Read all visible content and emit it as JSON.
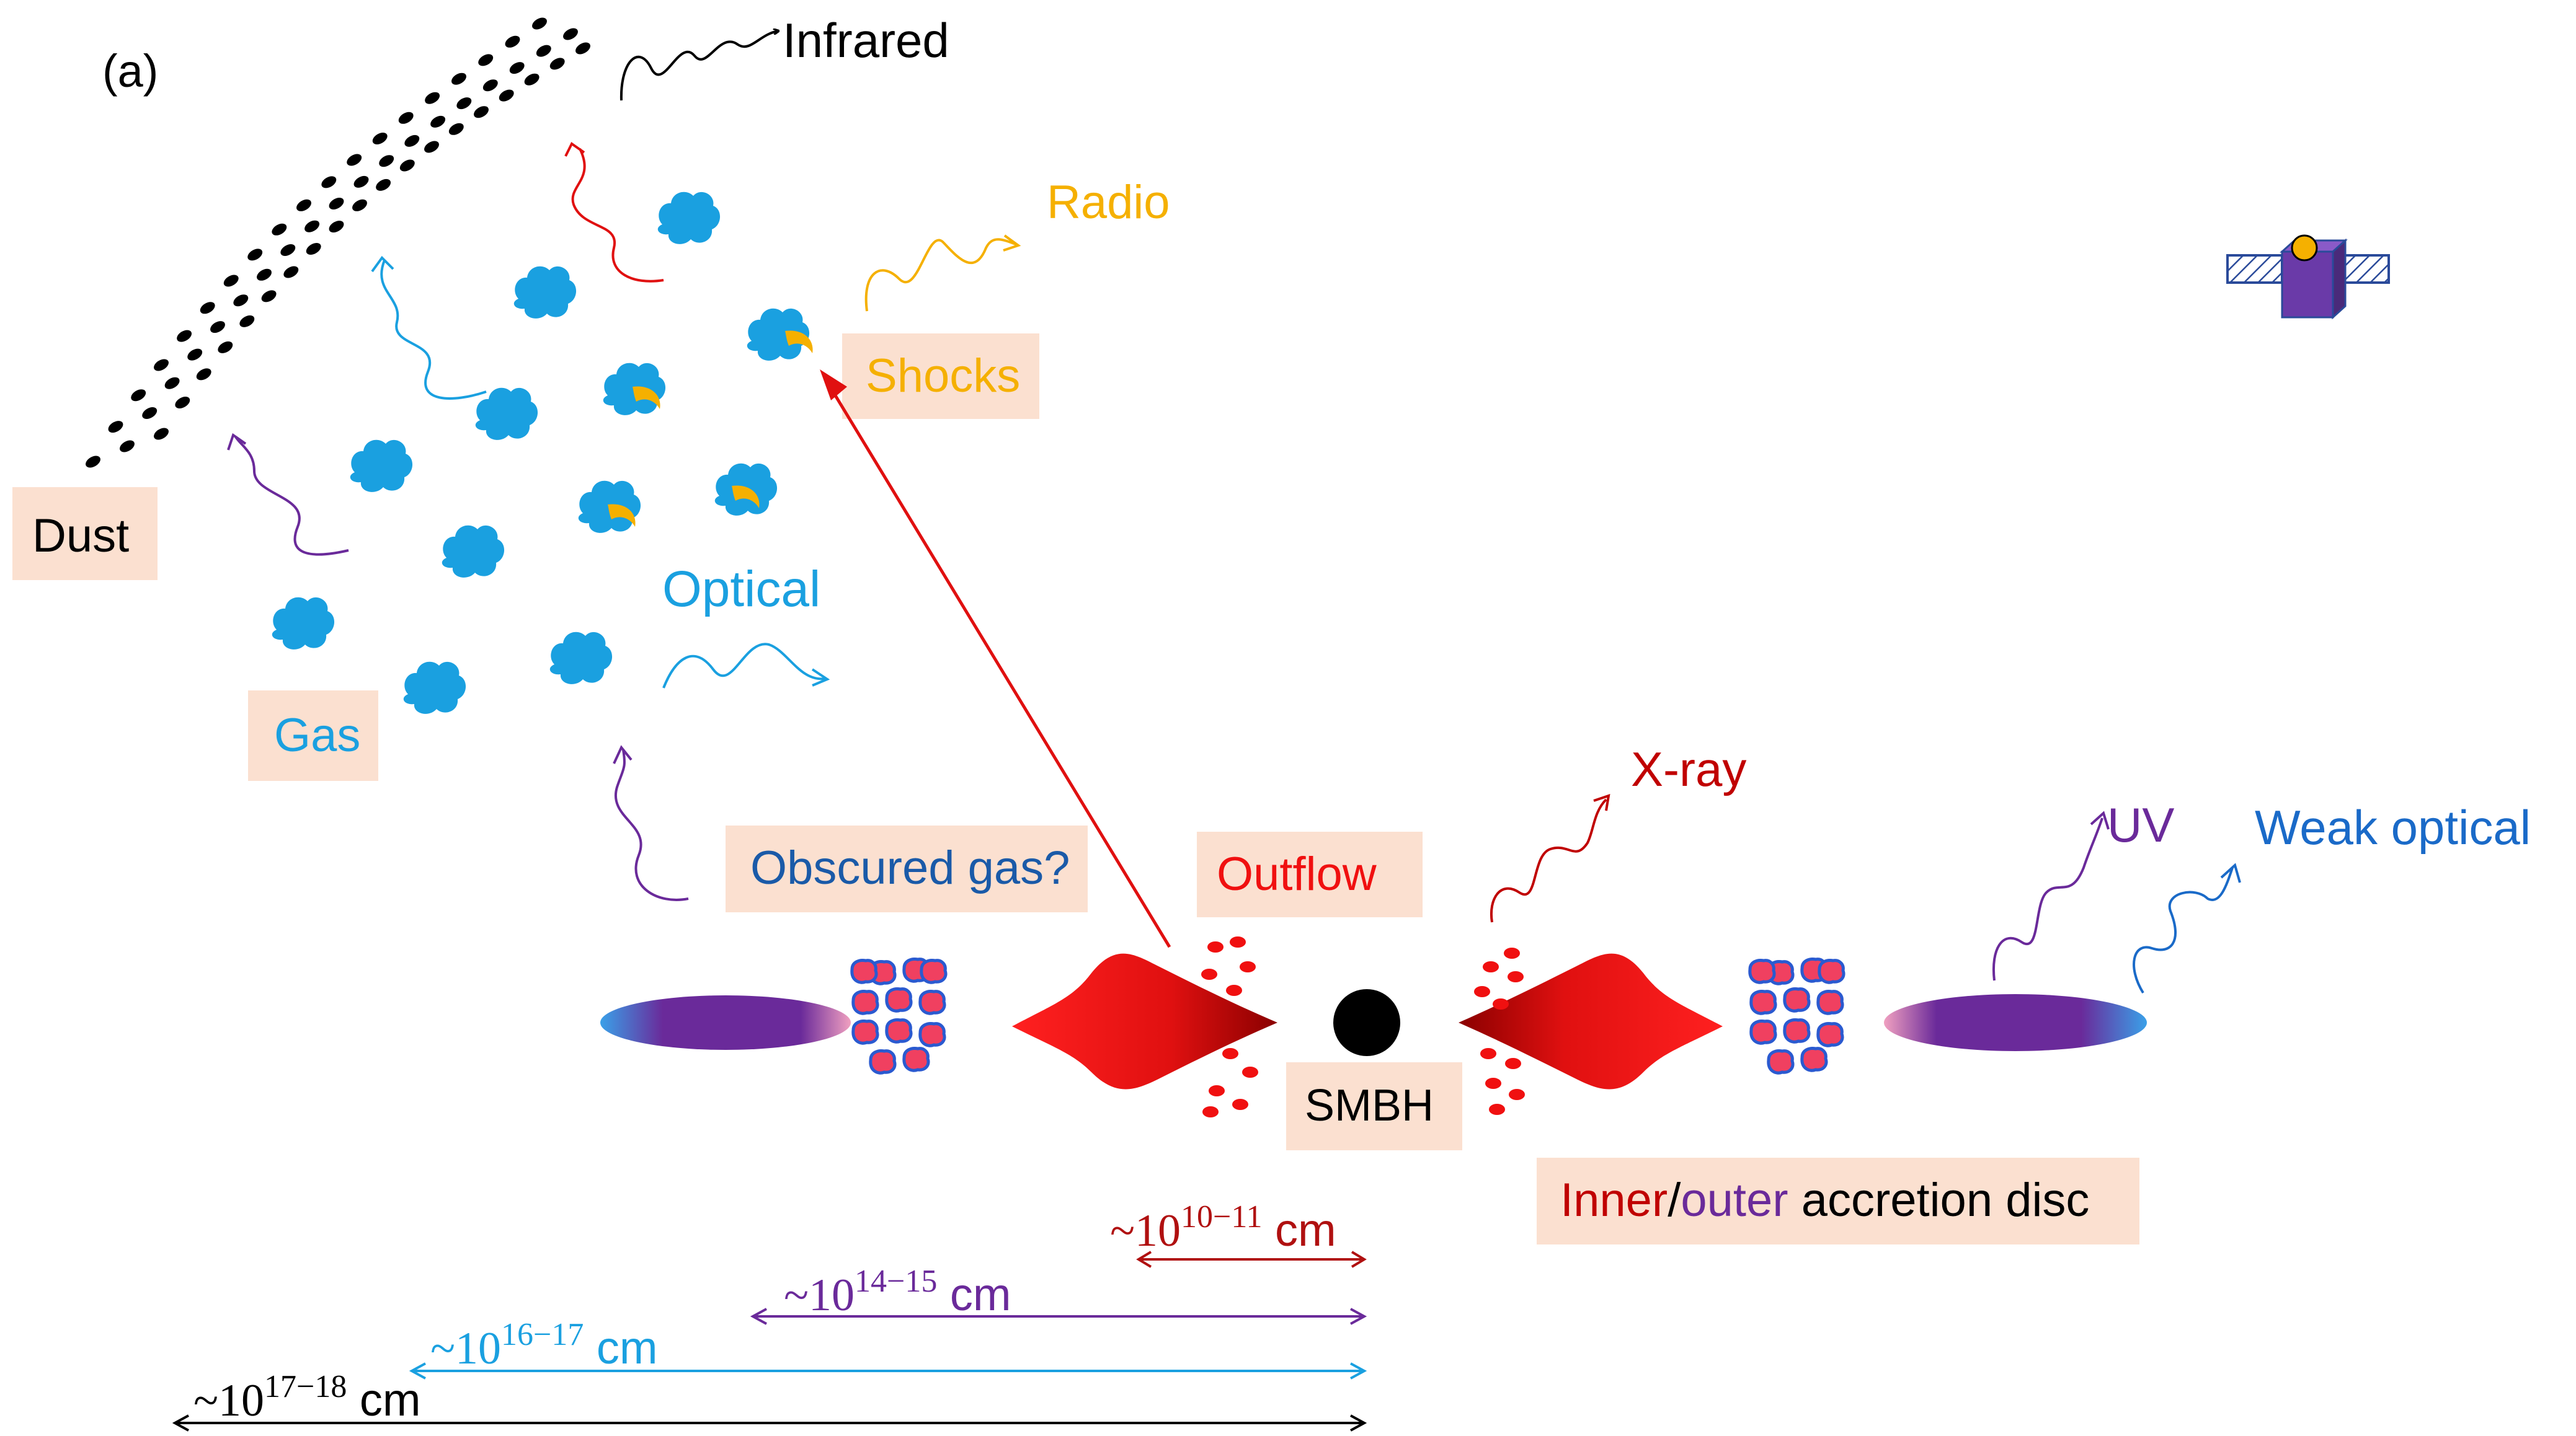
{
  "panel_label": "(a)",
  "labels": {
    "infrared": "Infrared",
    "radio": "Radio",
    "shocks": "Shocks",
    "dust": "Dust",
    "optical": "Optical",
    "gas": "Gas",
    "obscured_gas": "Obscured gas?",
    "outflow": "Outflow",
    "x_ray": "X-ray",
    "uv": "UV",
    "weak_optical": "Weak optical",
    "smbh": "SMBH",
    "disc_inner": "Inner",
    "disc_slash": "/",
    "disc_outer": "outer",
    "disc_rest": " accretion disc"
  },
  "scales": [
    {
      "prefix": "~10",
      "exponent": "10−11",
      "unit": " cm",
      "color": "#b01010"
    },
    {
      "prefix": "~10",
      "exponent": "14−15",
      "unit": " cm",
      "color": "#6a2a9a"
    },
    {
      "prefix": "~10",
      "exponent": "16−17",
      "unit": " cm",
      "color": "#1aa0e0"
    },
    {
      "prefix": "~10",
      "exponent": "17−18",
      "unit": " cm",
      "color": "#000000"
    }
  ],
  "colors": {
    "label_box": "#fbe0d0",
    "gas_blue": "#1aa0e0",
    "radio_orange": "#f5b000",
    "xray_red": "#c00000",
    "uv_purple": "#6a2a9a",
    "weak_optical_blue": "#1a6ac8",
    "obscured_blue": "#1a5aa8",
    "outflow_red": "#f01010",
    "dust_black": "#000000"
  },
  "icons": {
    "satellite": "satellite-icon",
    "black_hole": "black-hole-icon"
  }
}
